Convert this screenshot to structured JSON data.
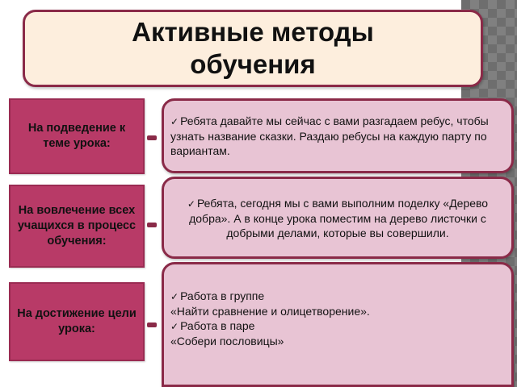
{
  "slide": {
    "title": "Активные методы обучения",
    "colors": {
      "title_bg": "#fdeedd",
      "border": "#8a2a48",
      "label_bg": "#b83a67",
      "content_bg": "#e8c4d4",
      "side_pattern": "#6e6e6e"
    }
  },
  "rows": [
    {
      "label": "На подведение к теме урока:",
      "arrow_icon": "arrow-right-icon",
      "items": [
        {
          "check": "✓",
          "text": "Ребята давайте мы сейчас с вами разгадаем ребус, чтобы узнать название сказки. Раздаю ребусы на каждую парту по вариантам."
        }
      ]
    },
    {
      "label": "На вовлечение всех учащихся в процесс обучения:",
      "arrow_icon": "arrow-right-icon",
      "items": [
        {
          "check": "✓",
          "text": "Ребята, сегодня мы с вами выполним поделку «Дерево добра».  А в конце урока поместим на дерево листочки с добрыми делами, которые вы совершили."
        }
      ]
    },
    {
      "label": "На достижение цели урока:",
      "arrow_icon": "arrow-right-icon",
      "items": [
        {
          "check": "✓",
          "text": "Работа в группе"
        },
        {
          "check": "",
          "text": "«Найти сравнение и олицетворение»."
        },
        {
          "check": "✓",
          "text": "Работа в паре"
        },
        {
          "check": "",
          "text": "«Собери пословицы»"
        }
      ]
    }
  ]
}
